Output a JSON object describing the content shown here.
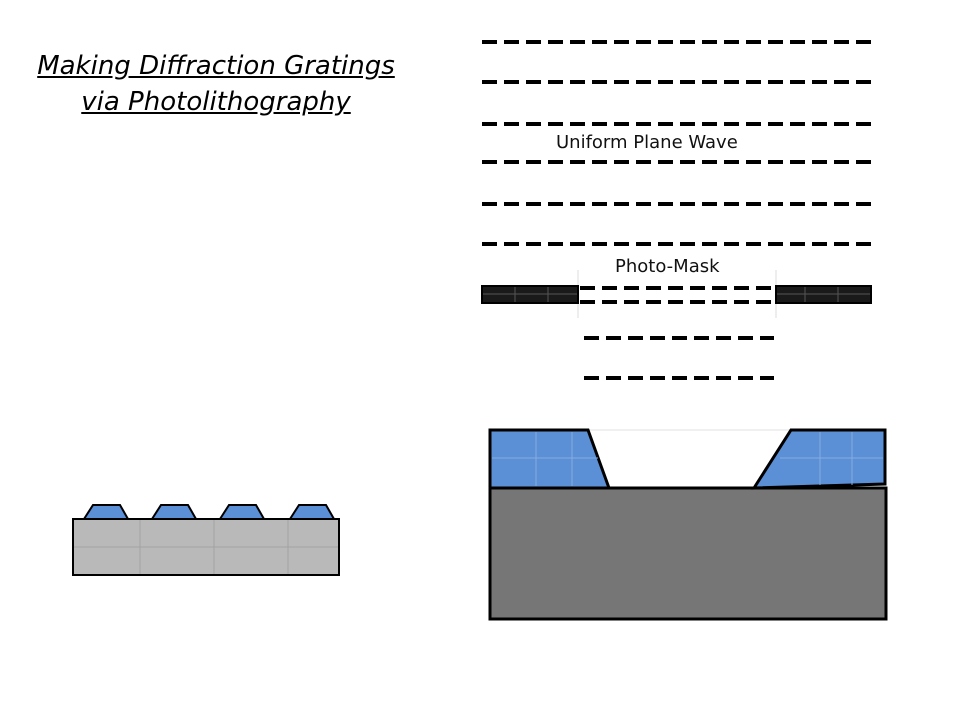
{
  "title": {
    "line1": "Making Diffraction Gratings",
    "line2": "via Photolithography"
  },
  "labels": {
    "wave": "Uniform Plane Wave",
    "mask": "Photo-Mask"
  },
  "colors": {
    "resist": "#5b8fd6",
    "substrate_dark": "#767676",
    "substrate_light": "#b9b9b9",
    "mask": "#1a1a1a"
  }
}
